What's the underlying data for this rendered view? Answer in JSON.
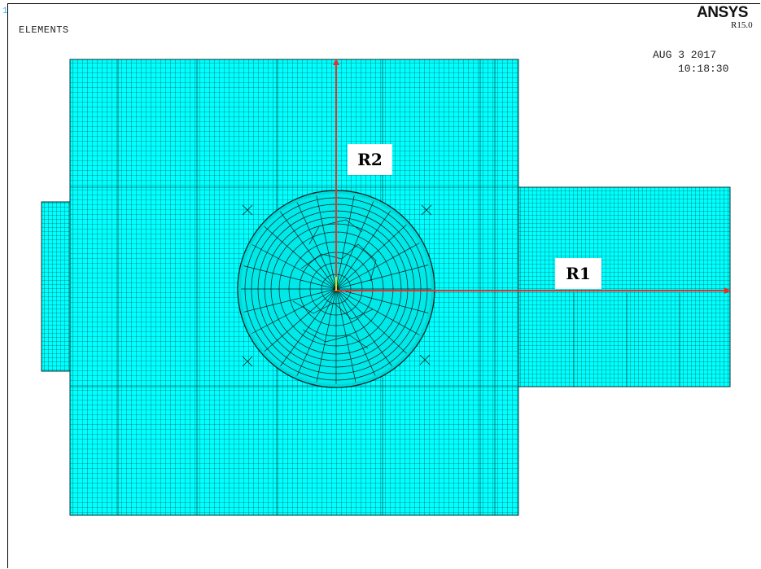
{
  "viewport": {
    "window_number": "1",
    "plot_title": "ELEMENTS",
    "brand": "ANSYS",
    "version": "R15.0",
    "date": "AUG  3 2017",
    "time": "10:18:30"
  },
  "annotations": {
    "r1_label": "R1",
    "r2_label": "R2"
  },
  "colors": {
    "element_fill": "#00ffff",
    "mesh_lines": "#000000",
    "circular_region": "#00e6e6",
    "axis_arrows": "#e8302a",
    "origin_marker": "#e8d800",
    "window_number": "#33bbff"
  }
}
